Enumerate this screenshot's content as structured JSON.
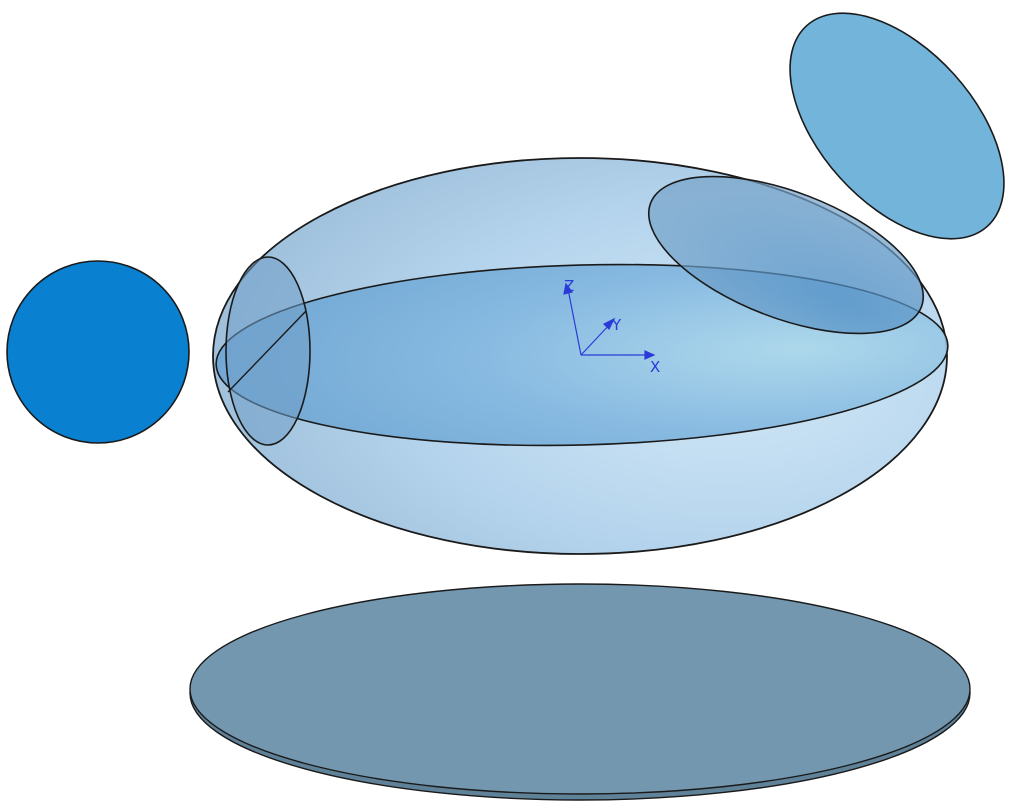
{
  "scene": {
    "colors": {
      "background": "#ffffff",
      "outline": "#1a1a1a",
      "ellipsoid_fill": "#a9cdea",
      "ellipsoid_section_fill": "#7fb5df",
      "left_disc_fill": "#0a80d0",
      "top_right_disc_fill": "#72b4da",
      "top_right_section_fill": "#6d9fc9",
      "bottom_disc_fill": "#7297ae",
      "triad_color": "#2a3bd8"
    }
  },
  "triad": {
    "x_label": "X",
    "y_label": "Y",
    "z_label": "Z"
  }
}
